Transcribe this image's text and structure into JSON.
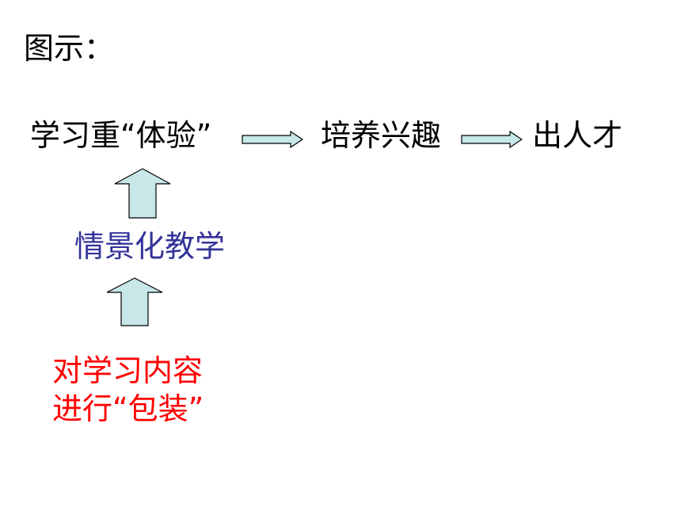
{
  "heading": "图示：",
  "flow": {
    "node1": "学习重“体验”",
    "node2": "培养兴趣",
    "node3": "出人才"
  },
  "middle": {
    "label": "情景化教学",
    "color": "#333399"
  },
  "bottom": {
    "line1": "对学习内容",
    "line2": "进行“包装”",
    "color": "#ff0000"
  },
  "arrow_fill": "#c7e7e9",
  "arrow_stroke": "#000000",
  "icons": [
    "right-arrow-icon",
    "up-arrow-icon"
  ]
}
